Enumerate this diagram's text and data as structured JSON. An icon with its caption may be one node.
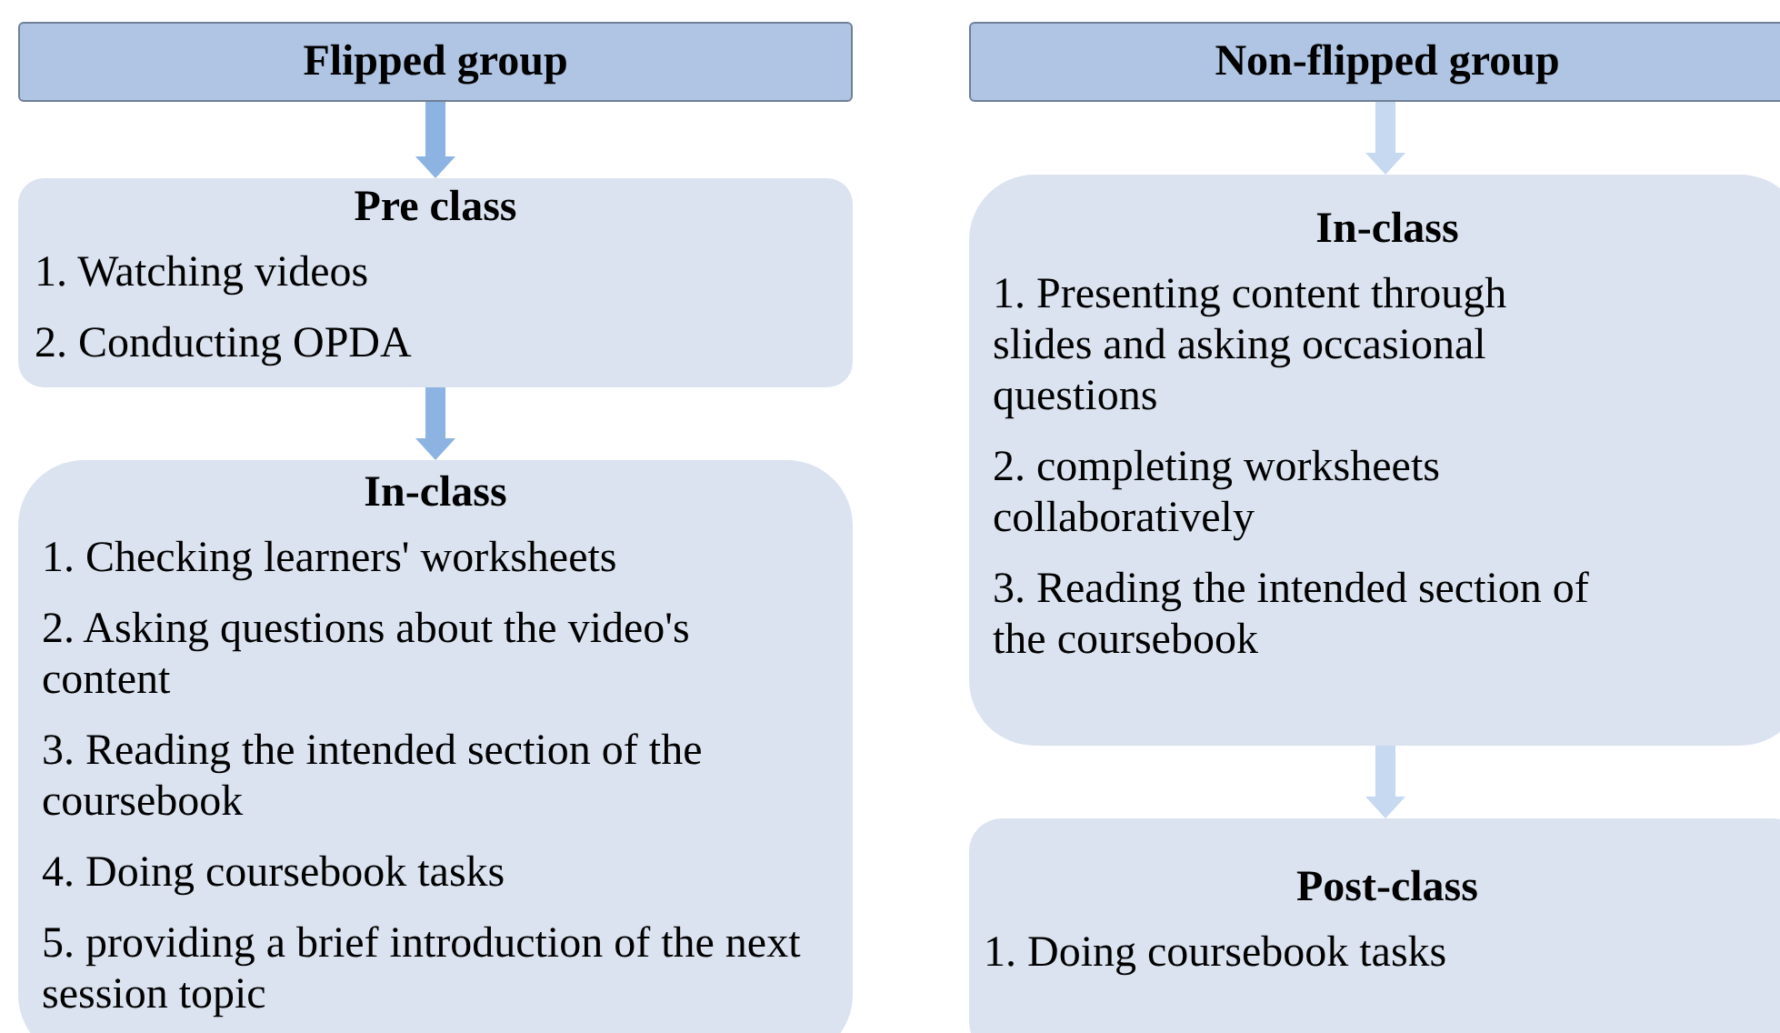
{
  "diagram": {
    "nodes": [
      {
        "text": [
          "Flipped group"
        ]
      },
      {
        "text": [
          "Pre class",
          "1. Watching videos",
          "2. Conducting OPDA"
        ]
      },
      {
        "text": [
          "In-class",
          "1. Checking learners' worksheets",
          "2. Asking questions about the video's content",
          "3. Reading the intended section of the coursebook",
          "4. Doing coursebook tasks",
          "5. providing a brief introduction of the next session topic"
        ]
      },
      {
        "text": [
          "Non-flipped group"
        ]
      },
      {
        "text": [
          "In-class",
          "1. Presenting content through slides and asking occasional questions",
          "2. completing worksheets collaboratively",
          "3. Reading the intended section of the coursebook"
        ]
      },
      {
        "text": [
          "Post-class",
          "1. Doing coursebook tasks"
        ]
      }
    ],
    "edges": [
      {
        "from": 0,
        "to": 1,
        "arrow": "to"
      },
      {
        "from": 1,
        "to": 2,
        "arrow": "to"
      },
      {
        "from": 3,
        "to": 4,
        "arrow": "to",
        "color": "#c6d9f0"
      },
      {
        "from": 4,
        "to": 5,
        "arrow": "to",
        "color": "#c6d9f0"
      }
    ]
  }
}
